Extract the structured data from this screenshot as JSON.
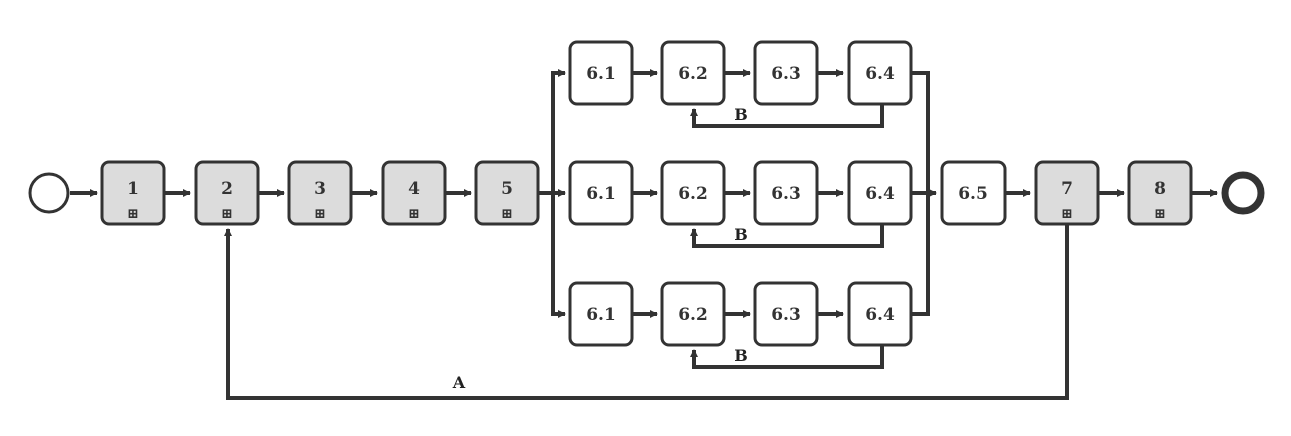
{
  "colors": {
    "stroke": "#333333",
    "subprocess_fill": "#dcdcdc",
    "task_fill": "#ffffff"
  },
  "main_flow": [
    {
      "id": "1",
      "label": "1",
      "subprocess": true,
      "marker": "⊞"
    },
    {
      "id": "2",
      "label": "2",
      "subprocess": true,
      "marker": "⊞"
    },
    {
      "id": "3",
      "label": "3",
      "subprocess": true,
      "marker": "⊞"
    },
    {
      "id": "4",
      "label": "4",
      "subprocess": true,
      "marker": "⊞"
    },
    {
      "id": "5",
      "label": "5",
      "subprocess": true,
      "marker": "⊞"
    }
  ],
  "branches": [
    {
      "tasks": [
        "6.1",
        "6.2",
        "6.3",
        "6.4"
      ],
      "loop_label": "B"
    },
    {
      "tasks": [
        "6.1",
        "6.2",
        "6.3",
        "6.4"
      ],
      "loop_label": "B"
    },
    {
      "tasks": [
        "6.1",
        "6.2",
        "6.3",
        "6.4"
      ],
      "loop_label": "B"
    }
  ],
  "after_merge": [
    {
      "id": "6.5",
      "label": "6.5",
      "subprocess": false
    },
    {
      "id": "7",
      "label": "7",
      "subprocess": true,
      "marker": "⊞"
    },
    {
      "id": "8",
      "label": "8",
      "subprocess": true,
      "marker": "⊞"
    }
  ],
  "loop_back": {
    "label": "A"
  },
  "events": {
    "start": {
      "icon": "start-event-icon"
    },
    "end": {
      "icon": "end-event-icon"
    }
  }
}
